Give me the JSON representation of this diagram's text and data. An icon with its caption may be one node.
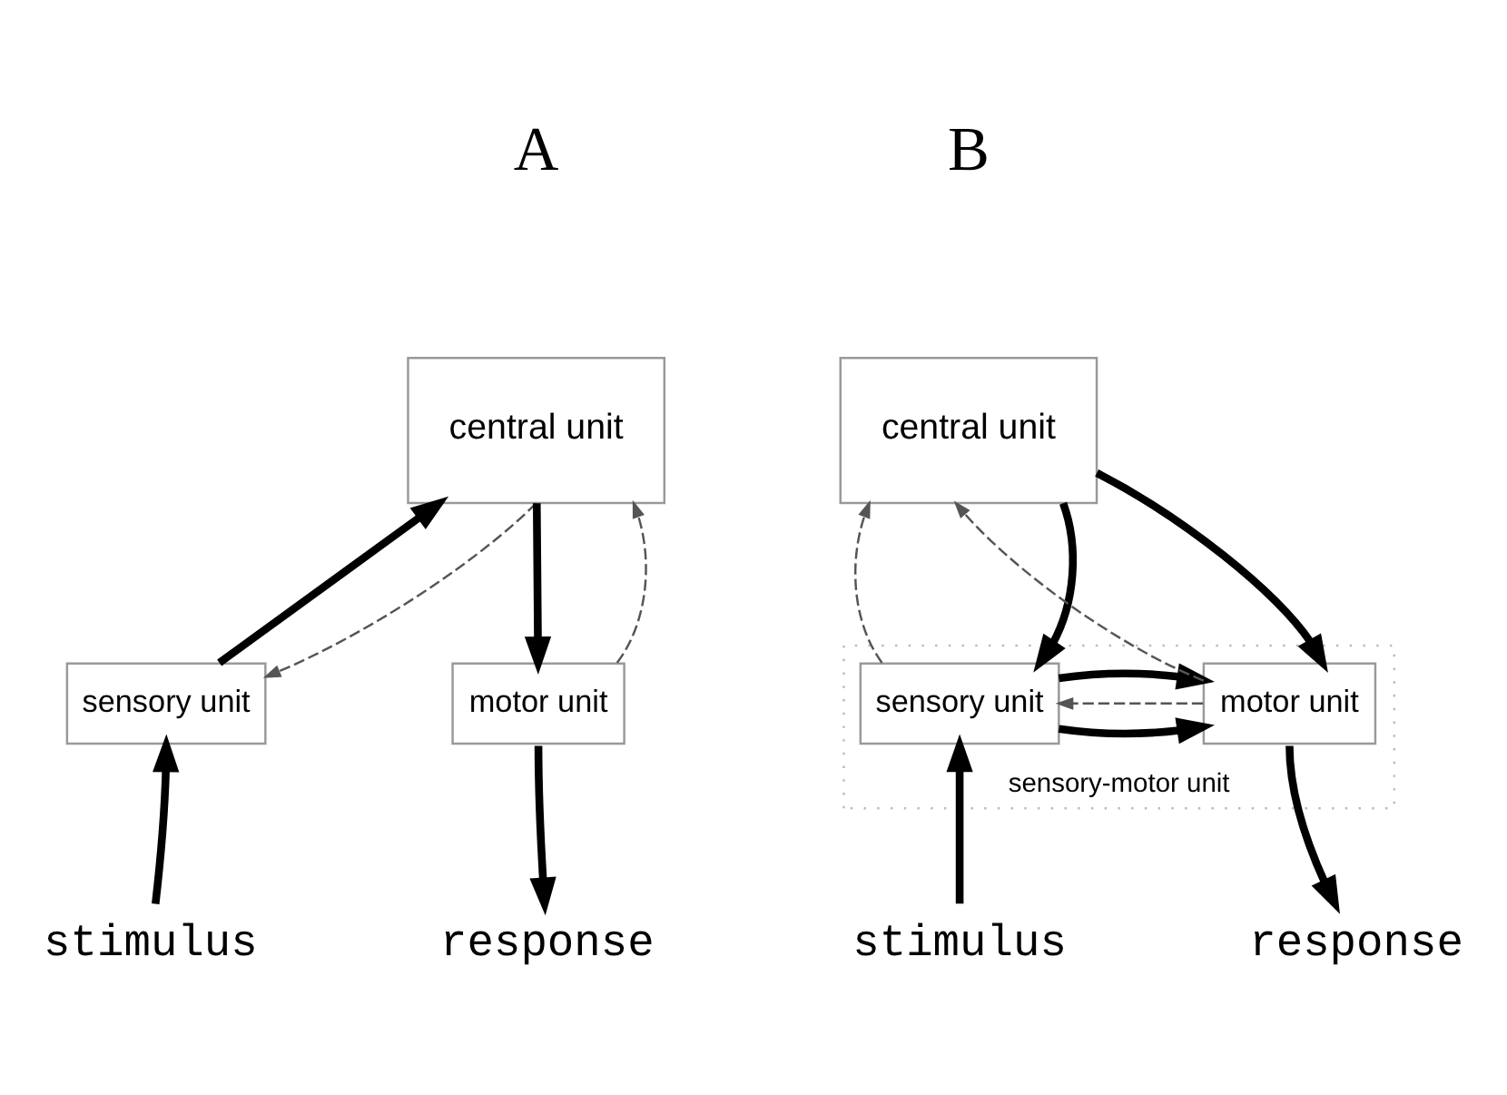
{
  "diagram": {
    "nodes": [
      {
        "text": [
          "central unit"
        ]
      },
      {
        "text": [
          "sensory unit"
        ]
      },
      {
        "text": [
          "motor unit"
        ]
      },
      {
        "text": [
          "stimulus"
        ]
      },
      {
        "text": [
          "response"
        ]
      },
      {
        "text": [
          "central unit"
        ]
      },
      {
        "text": [
          "sensory-motor unit"
        ]
      },
      {
        "text": [
          "sensory unit"
        ],
        "in": 6
      },
      {
        "text": [
          "motor unit"
        ],
        "in": 6
      },
      {
        "text": [
          "stimulus"
        ]
      },
      {
        "text": [
          "response"
        ]
      }
    ],
    "edges": [
      {
        "from": 1,
        "to": 0,
        "arrow": "to"
      },
      {
        "from": 0,
        "to": 1,
        "arrow": "to",
        "style": "dashed"
      },
      {
        "from": 0,
        "to": 2,
        "arrow": "to"
      },
      {
        "from": 2,
        "to": 0,
        "arrow": "to",
        "style": "dashed"
      },
      {
        "from": 3,
        "to": 1,
        "arrow": "to"
      },
      {
        "from": 2,
        "to": 4,
        "arrow": "to"
      },
      {
        "from": 7,
        "to": 5,
        "arrow": "to",
        "style": "dashed"
      },
      {
        "from": 5,
        "to": 7,
        "arrow": "to"
      },
      {
        "from": 5,
        "to": 8,
        "arrow": "to"
      },
      {
        "from": 8,
        "to": 5,
        "arrow": "to",
        "style": "dashed"
      },
      {
        "from": 7,
        "to": 8,
        "arrow": "to"
      },
      {
        "from": 8,
        "to": 7,
        "arrow": "to",
        "style": "dashed"
      },
      {
        "from": 7,
        "to": 8,
        "arrow": "to"
      },
      {
        "from": 9,
        "to": 7,
        "arrow": "to"
      },
      {
        "from": 8,
        "to": 10,
        "arrow": "to"
      }
    ],
    "labels": [
      "A",
      "B"
    ]
  }
}
